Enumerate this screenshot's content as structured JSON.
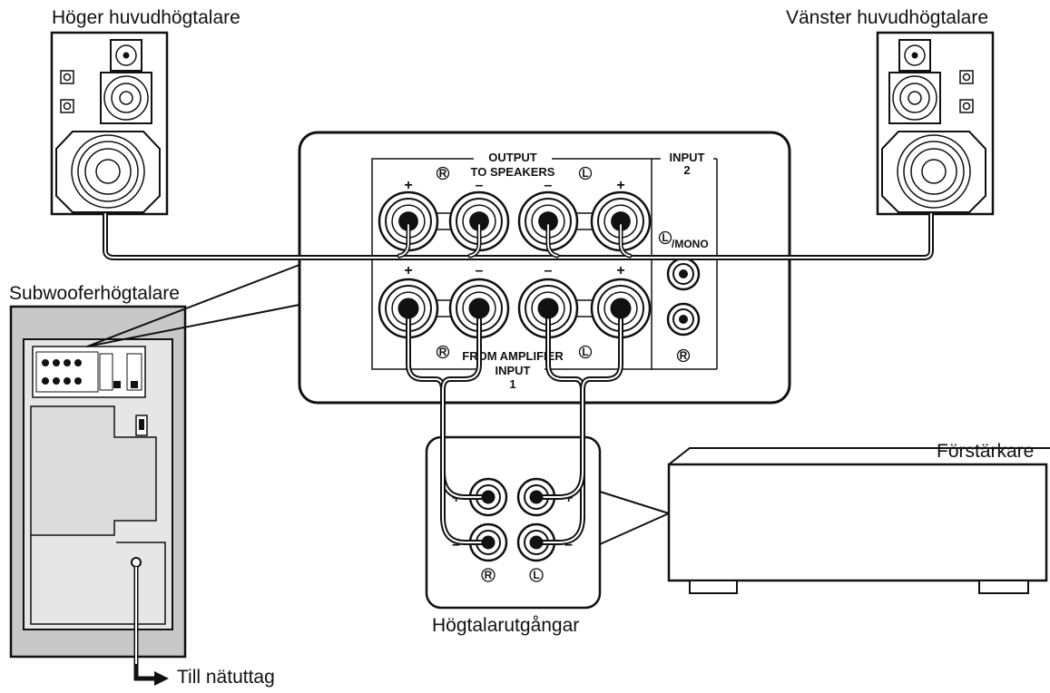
{
  "labels": {
    "right_main_speaker": "Höger huvudhögtalare",
    "left_main_speaker": "Vänster huvudhögtalare",
    "subwoofer": "Subwooferhögtalare",
    "amplifier": "Förstärkare",
    "speaker_outputs": "Högtalarutgångar",
    "to_outlet": "Till nätuttag"
  },
  "panel": {
    "output_title": "OUTPUT",
    "output_subtitle": "TO SPEAKERS",
    "input1_title": "FROM AMPLIFIER",
    "input1_label": "INPUT",
    "input1_number": "1",
    "input2_label": "INPUT",
    "input2_number": "2",
    "mono_label": "/MONO",
    "plus": "+",
    "minus": "–",
    "right_mark": "R",
    "left_mark": "L"
  },
  "amp_outputs": {
    "plus": "+",
    "minus": "–",
    "right_mark": "R",
    "left_mark": "L"
  },
  "colors": {
    "line": "#111111",
    "fill": "#ffffff",
    "shade": "#c8c8c8",
    "dark_shade": "#9a9a9a"
  }
}
